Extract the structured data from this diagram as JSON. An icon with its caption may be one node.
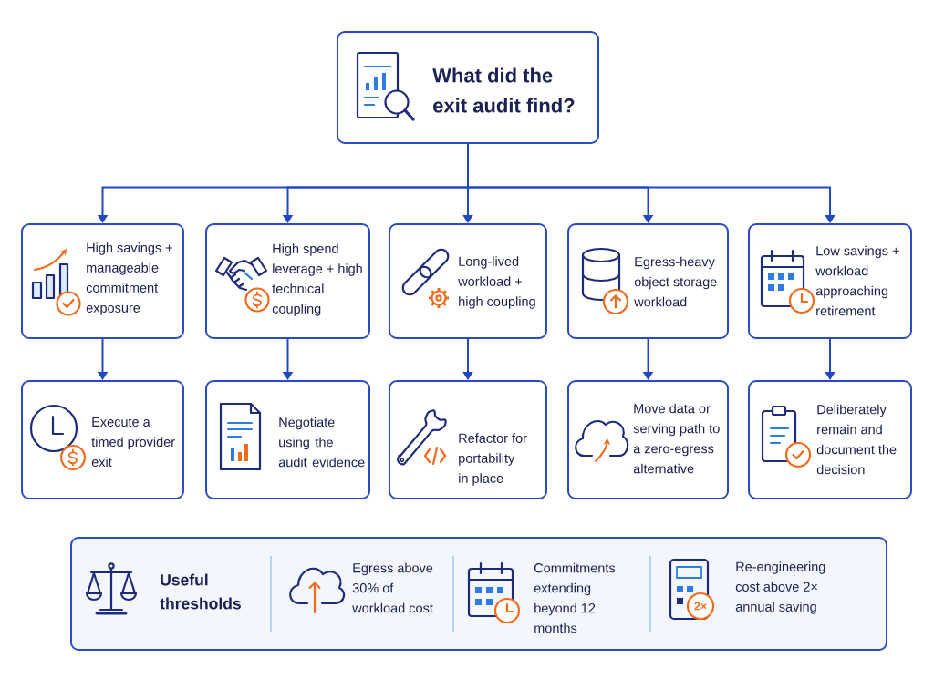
{
  "diagram": {
    "nodes": [
      {
        "text": [
          "What did the exit audit find?"
        ]
      },
      {
        "text": [
          "High savings + manageable commitment exposure"
        ]
      },
      {
        "text": [
          "High spend leverage + high technical coupling"
        ]
      },
      {
        "text": [
          "Long-lived workload + high coupling"
        ]
      },
      {
        "text": [
          "Egress-heavy object storage workload"
        ]
      },
      {
        "text": [
          "Low savings + workload approaching retirement"
        ]
      },
      {
        "text": [
          "Execute a timed provider exit"
        ]
      },
      {
        "text": [
          "Negotiate using the audit evidence"
        ]
      },
      {
        "text": [
          "Refactor for portability in place"
        ]
      },
      {
        "text": [
          "Move data or serving path to a zero-egress alternative"
        ]
      },
      {
        "text": [
          "Deliberately remain and document the decision"
        ]
      },
      {
        "text": [
          "Useful thresholds",
          "Egress above 30% of workload cost",
          "Commitments extending beyond 12 months",
          "Re-engineering cost above 2× annual saving"
        ]
      }
    ],
    "edges": [
      {
        "from": 0,
        "to": 1,
        "arrow": "to"
      },
      {
        "from": 0,
        "to": 2,
        "arrow": "to"
      },
      {
        "from": 0,
        "to": 3,
        "arrow": "to"
      },
      {
        "from": 0,
        "to": 4,
        "arrow": "to"
      },
      {
        "from": 0,
        "to": 5,
        "arrow": "to"
      },
      {
        "from": 1,
        "to": 6,
        "arrow": "to"
      },
      {
        "from": 2,
        "to": 7,
        "arrow": "to"
      },
      {
        "from": 3,
        "to": 8,
        "arrow": "to"
      },
      {
        "from": 4,
        "to": 9,
        "arrow": "to"
      },
      {
        "from": 5,
        "to": 10,
        "arrow": "to"
      }
    ],
    "labels": [
      "2×"
    ]
  }
}
